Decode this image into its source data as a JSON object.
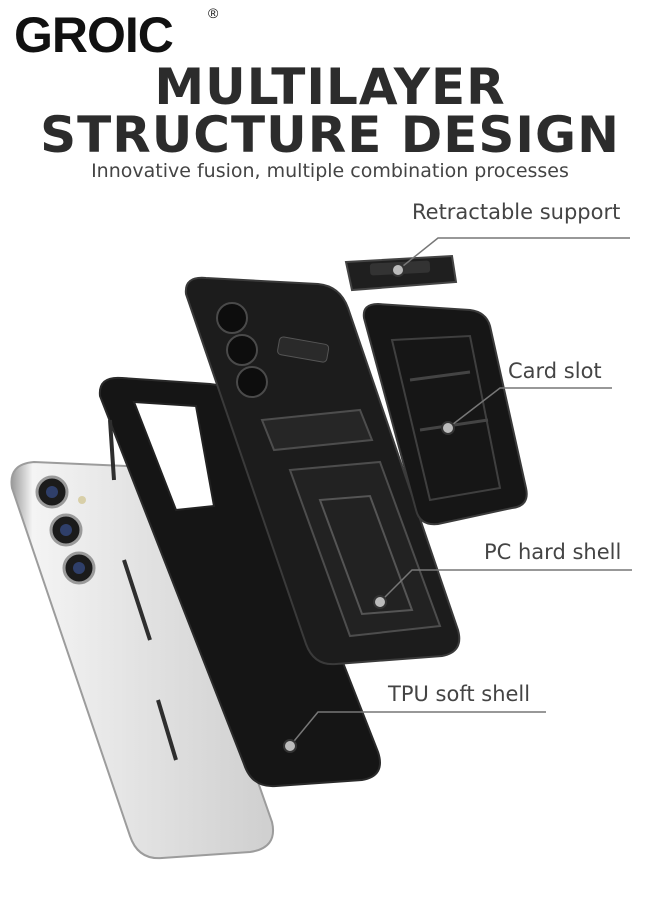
{
  "brand": {
    "logo_text": "GROIC",
    "registered_mark": "®"
  },
  "headline": {
    "line1": "MULTILAYER",
    "line2": "STRUCTURE DESIGN"
  },
  "subtitle": "Innovative fusion, multiple combination processes",
  "callouts": {
    "retractable_support": "Retractable support",
    "card_slot": "Card slot",
    "pc_hard_shell": "PC hard shell",
    "tpu_soft_shell": "TPU soft shell"
  },
  "colors": {
    "logo_accent": "#1f8a3b",
    "headline": "#2c2c2c",
    "case_black": "#141414",
    "phone_silver": "#e6e6e6"
  }
}
